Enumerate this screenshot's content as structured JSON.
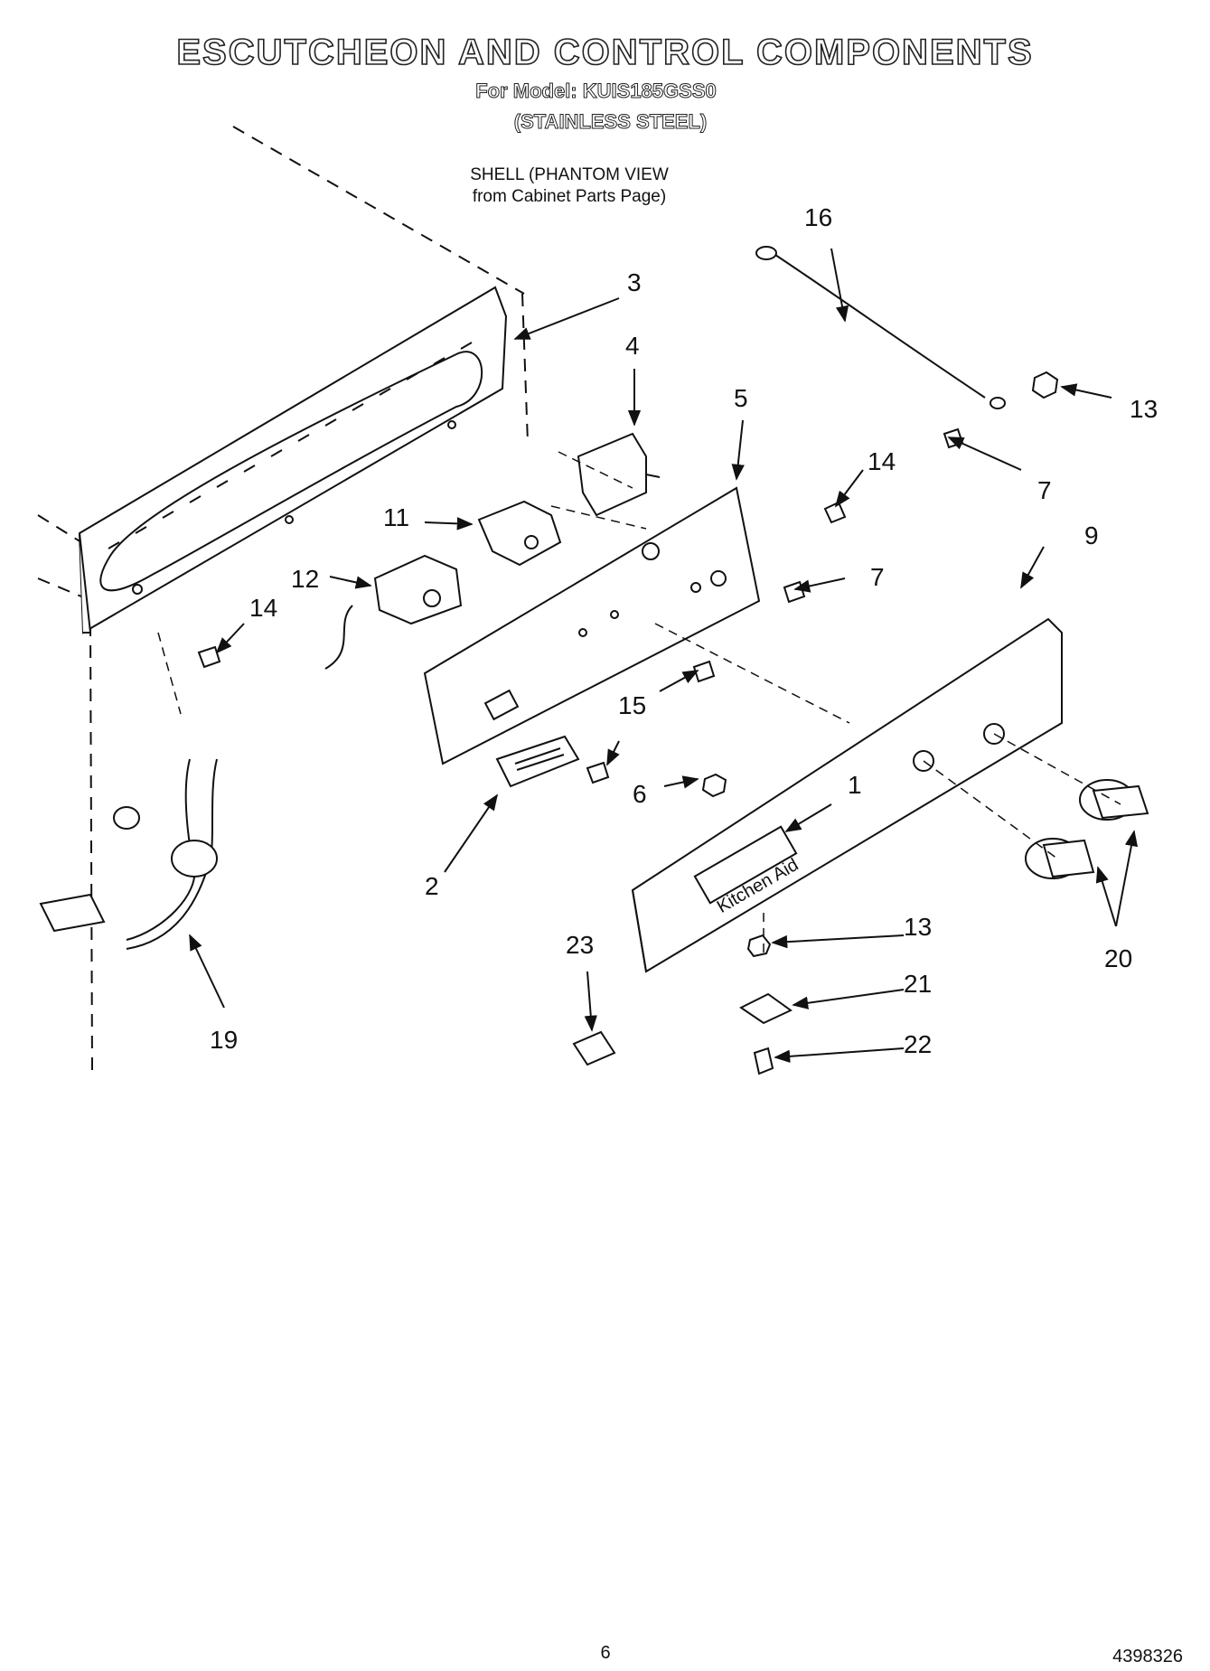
{
  "header": {
    "title": "ESCUTCHEON AND CONTROL COMPONENTS",
    "model_line": "For Model: KUIS185GSS0",
    "finish_line": "(STAINLESS STEEL)"
  },
  "note": {
    "line1": "SHELL (PHANTOM VIEW",
    "line2": "from Cabinet Parts Page)"
  },
  "panel_logo": "Kitchen Aid",
  "callouts": [
    "1",
    "2",
    "3",
    "4",
    "5",
    "6",
    "7",
    "7",
    "9",
    "11",
    "12",
    "13",
    "13",
    "14",
    "14",
    "15",
    "16",
    "19",
    "20",
    "21",
    "22",
    "23"
  ],
  "footer": {
    "page_number": "6",
    "doc_number": "4398326"
  }
}
